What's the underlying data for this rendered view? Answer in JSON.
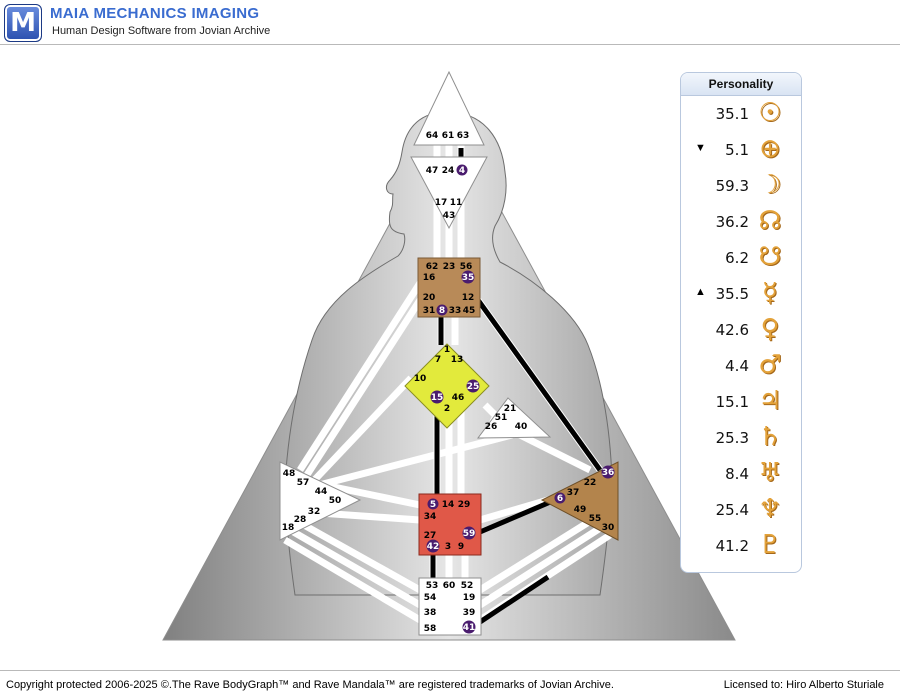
{
  "header": {
    "logo_letter": "M",
    "title": "MAIA MECHANICS IMAGING",
    "subtitle": "Human Design Software from Jovian Archive"
  },
  "personality": {
    "title": "Personality",
    "rows": [
      {
        "arrow": "",
        "value": "35.1",
        "icon": "sun-icon",
        "glyph": "☉"
      },
      {
        "arrow": "▼",
        "value": "5.1",
        "icon": "earth-icon",
        "glyph": "⊕"
      },
      {
        "arrow": "",
        "value": "59.3",
        "icon": "moon-icon",
        "glyph": "☽"
      },
      {
        "arrow": "",
        "value": "36.2",
        "icon": "north-node-icon",
        "glyph": "☊"
      },
      {
        "arrow": "",
        "value": "6.2",
        "icon": "south-node-icon",
        "glyph": "☋"
      },
      {
        "arrow": "▲",
        "value": "35.5",
        "icon": "mercury-icon",
        "glyph": "☿"
      },
      {
        "arrow": "",
        "value": "42.6",
        "icon": "venus-icon",
        "glyph": "♀"
      },
      {
        "arrow": "",
        "value": "4.4",
        "icon": "mars-icon",
        "glyph": "♂"
      },
      {
        "arrow": "",
        "value": "15.1",
        "icon": "jupiter-icon",
        "glyph": "♃"
      },
      {
        "arrow": "",
        "value": "25.3",
        "icon": "saturn-icon",
        "glyph": "♄"
      },
      {
        "arrow": "",
        "value": "8.4",
        "icon": "uranus-icon",
        "glyph": "♅"
      },
      {
        "arrow": "",
        "value": "25.4",
        "icon": "neptune-icon",
        "glyph": "♆"
      },
      {
        "arrow": "",
        "value": "41.2",
        "icon": "pluto-icon",
        "glyph": "♇"
      }
    ]
  },
  "bodygraph": {
    "colors": {
      "throat": "#b88a58",
      "g_center": "#e2ea3c",
      "sacral": "#e05848",
      "solar_plexus": "#b3844c",
      "undefined": "#ffffff",
      "activation": "#4a1c6e",
      "channel_active": "#000000"
    },
    "gates": [
      {
        "id": "64",
        "active": false
      },
      {
        "id": "61",
        "active": false
      },
      {
        "id": "63",
        "active": false
      },
      {
        "id": "47",
        "active": false
      },
      {
        "id": "24",
        "active": false
      },
      {
        "id": "4",
        "active": true
      },
      {
        "id": "17",
        "active": false
      },
      {
        "id": "11",
        "active": false
      },
      {
        "id": "43",
        "active": false
      },
      {
        "id": "62",
        "active": false
      },
      {
        "id": "23",
        "active": false
      },
      {
        "id": "56",
        "active": false
      },
      {
        "id": "16",
        "active": false
      },
      {
        "id": "35",
        "active": true
      },
      {
        "id": "20",
        "active": false
      },
      {
        "id": "12",
        "active": false
      },
      {
        "id": "31",
        "active": false
      },
      {
        "id": "8",
        "active": true
      },
      {
        "id": "33",
        "active": false
      },
      {
        "id": "45",
        "active": false
      },
      {
        "id": "1",
        "active": false
      },
      {
        "id": "7",
        "active": false
      },
      {
        "id": "13",
        "active": false
      },
      {
        "id": "10",
        "active": false
      },
      {
        "id": "25",
        "active": true
      },
      {
        "id": "15",
        "active": true
      },
      {
        "id": "46",
        "active": false
      },
      {
        "id": "2",
        "active": false
      },
      {
        "id": "21",
        "active": false
      },
      {
        "id": "51",
        "active": false
      },
      {
        "id": "26",
        "active": false
      },
      {
        "id": "40",
        "active": false
      },
      {
        "id": "48",
        "active": false
      },
      {
        "id": "57",
        "active": false
      },
      {
        "id": "44",
        "active": false
      },
      {
        "id": "50",
        "active": false
      },
      {
        "id": "32",
        "active": false
      },
      {
        "id": "28",
        "active": false
      },
      {
        "id": "18",
        "active": false
      },
      {
        "id": "5",
        "active": true
      },
      {
        "id": "14",
        "active": false
      },
      {
        "id": "29",
        "active": false
      },
      {
        "id": "34",
        "active": false
      },
      {
        "id": "27",
        "active": false
      },
      {
        "id": "59",
        "active": true
      },
      {
        "id": "42",
        "active": true
      },
      {
        "id": "3",
        "active": false
      },
      {
        "id": "9",
        "active": false
      },
      {
        "id": "36",
        "active": true
      },
      {
        "id": "22",
        "active": false
      },
      {
        "id": "37",
        "active": false
      },
      {
        "id": "6",
        "active": true
      },
      {
        "id": "49",
        "active": false
      },
      {
        "id": "55",
        "active": false
      },
      {
        "id": "30",
        "active": false
      },
      {
        "id": "53",
        "active": false
      },
      {
        "id": "60",
        "active": false
      },
      {
        "id": "52",
        "active": false
      },
      {
        "id": "54",
        "active": false
      },
      {
        "id": "19",
        "active": false
      },
      {
        "id": "38",
        "active": false
      },
      {
        "id": "39",
        "active": false
      },
      {
        "id": "58",
        "active": false
      },
      {
        "id": "41",
        "active": true
      }
    ]
  },
  "footer": {
    "copyright": "Copyright protected 2006-2025 ©.The Rave BodyGraph™ and Rave Mandala™ are registered trademarks of Jovian Archive.",
    "license": "Licensed to: Hiro Alberto Sturiale"
  }
}
